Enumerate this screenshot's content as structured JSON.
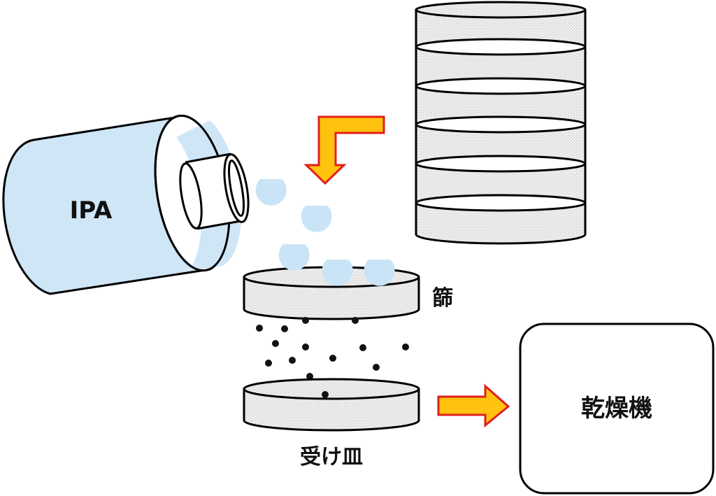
{
  "labels": {
    "bottle": "IPA",
    "sieve": "篩",
    "tray": "受け皿",
    "dryer": "乾燥機"
  },
  "colors": {
    "liquid": "#CFE6F7",
    "drop": "#C9E4F6",
    "arrow_fill": "#FFC20E",
    "arrow_stroke": "#E0201B",
    "mesh": "#E9E9E9",
    "stroke": "#000000"
  },
  "icons": {
    "bottle": "bottle-icon",
    "sieve_stack": "sieve-stack-icon",
    "drop": "droplet-icon",
    "arrow": "arrow-icon"
  }
}
